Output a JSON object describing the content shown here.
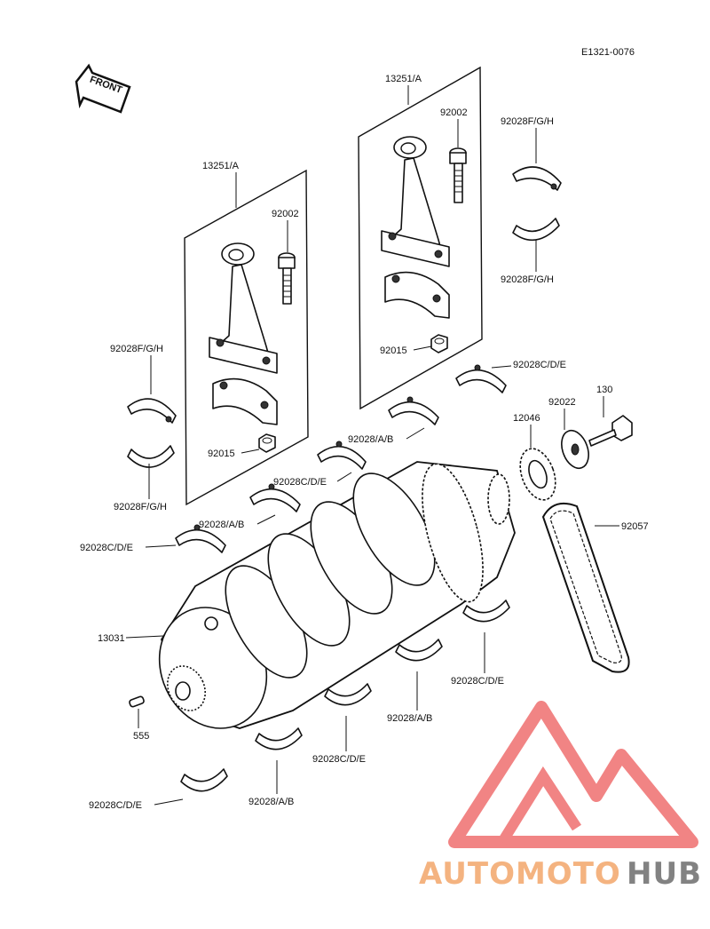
{
  "diagram": {
    "ref_code": "E1321-0076",
    "front_label": "FRONT",
    "labels": {
      "rod_left": "13251/A",
      "rod_right": "13251/A",
      "bolt_left": "92002",
      "bolt_right": "92002",
      "nut_left": "92015",
      "nut_right": "92015",
      "brg_fgh_1": "92028F/G/H",
      "brg_fgh_2": "92028F/G/H",
      "brg_fgh_3": "92028F/G/H",
      "brg_fgh_4": "92028F/G/H",
      "brg_cde_r1": "92028C/D/E",
      "brg_ab_1": "92028/A/B",
      "brg_cde_2": "92028C/D/E",
      "brg_ab_2": "92028/A/B",
      "brg_cde_3": "92028C/D/E",
      "brg_cde_4": "92028C/D/E",
      "brg_ab_3": "92028/A/B",
      "brg_cde_5": "92028C/D/E",
      "brg_ab_4": "92028/A/B",
      "brg_cde_6": "92028C/D/E",
      "crankshaft": "13031",
      "pin": "555",
      "gear": "12046",
      "washer": "92022",
      "bolt": "130",
      "chain": "92057"
    }
  },
  "watermark": {
    "text_a": "AUTOMOTO",
    "text_b": "HUB",
    "color_a": "#f3a66b",
    "color_b": "#6d6d6d",
    "logo_color": "#ef6f6f"
  }
}
